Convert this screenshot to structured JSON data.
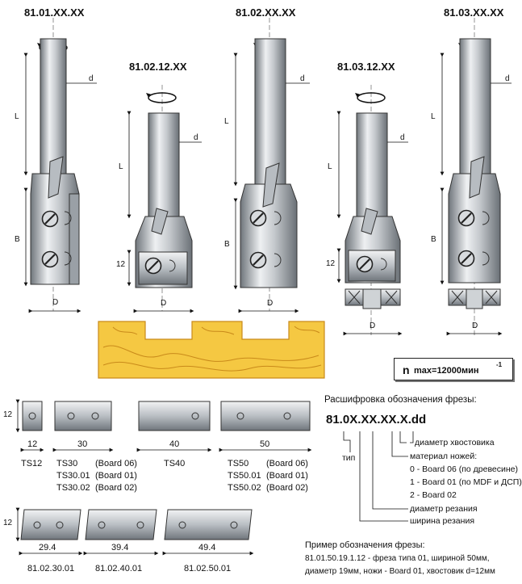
{
  "cutters": {
    "c1": {
      "code": "81.01.XX.XX",
      "l": "L",
      "d": "d",
      "b": "B",
      "D": "D"
    },
    "c2": {
      "code": "81.02.12.XX",
      "l": "L",
      "d": "d",
      "h": "12",
      "D": "D"
    },
    "c3": {
      "code": "81.02.XX.XX",
      "l": "L",
      "d": "d",
      "b": "B",
      "D": "D"
    },
    "c4": {
      "code": "81.03.12.XX",
      "l": "L",
      "d": "d",
      "h": "12",
      "D": "D"
    },
    "c5": {
      "code": "81.03.XX.XX",
      "l": "L",
      "d": "d",
      "b": "B",
      "D": "D"
    }
  },
  "rpm": {
    "n": "n",
    "label": "max=12000мин",
    "sup": "-1"
  },
  "knives_row1": [
    {
      "dim": "12",
      "name": "TS12",
      "h": "12"
    },
    {
      "dim": "30",
      "name": "TS30",
      "variants": [
        "TS30.01",
        "TS30.02"
      ],
      "boards": [
        "(Board 06)",
        "(Board 01)",
        "(Board 02)"
      ]
    },
    {
      "dim": "40",
      "name": "TS40"
    },
    {
      "dim": "50",
      "name": "TS50",
      "variants": [
        "TS50.01",
        "TS50.02"
      ],
      "boards": [
        "(Board 06)",
        "(Board 01)",
        "(Board 02)"
      ]
    }
  ],
  "knives_row2": [
    {
      "dim": "29.4",
      "name": "81.02.30.01",
      "h": "12"
    },
    {
      "dim": "39.4",
      "name": "81.02.40.01"
    },
    {
      "dim": "49.4",
      "name": "81.02.50.01"
    }
  ],
  "decode": {
    "title": "Расшифровка обозначения фрезы:",
    "pattern": "81.0X.XX.XX.X.dd",
    "shank": "диаметр хвостовика",
    "type": "тип",
    "material_title": "материал ножей:",
    "materials": [
      "0 - Board 06 (по древесине)",
      "1 - Board 01 (по MDF и ДСП)",
      "2 - Board 02"
    ],
    "cut_diameter": "диаметр резания",
    "cut_width": "ширина резания",
    "example_title": "Пример обозначения фрезы:",
    "example_lines": [
      "81.01.50.19.1.12 - фреза типа 01, шириной 50мм,",
      "диаметр 19мм, ножи - Board 01, хвостовик d=12мм"
    ]
  },
  "colors": {
    "wood": "#f5c842",
    "wood_line": "#c98a1a",
    "steel": "#8a8f95",
    "steel_light": "#e6e8ea"
  }
}
